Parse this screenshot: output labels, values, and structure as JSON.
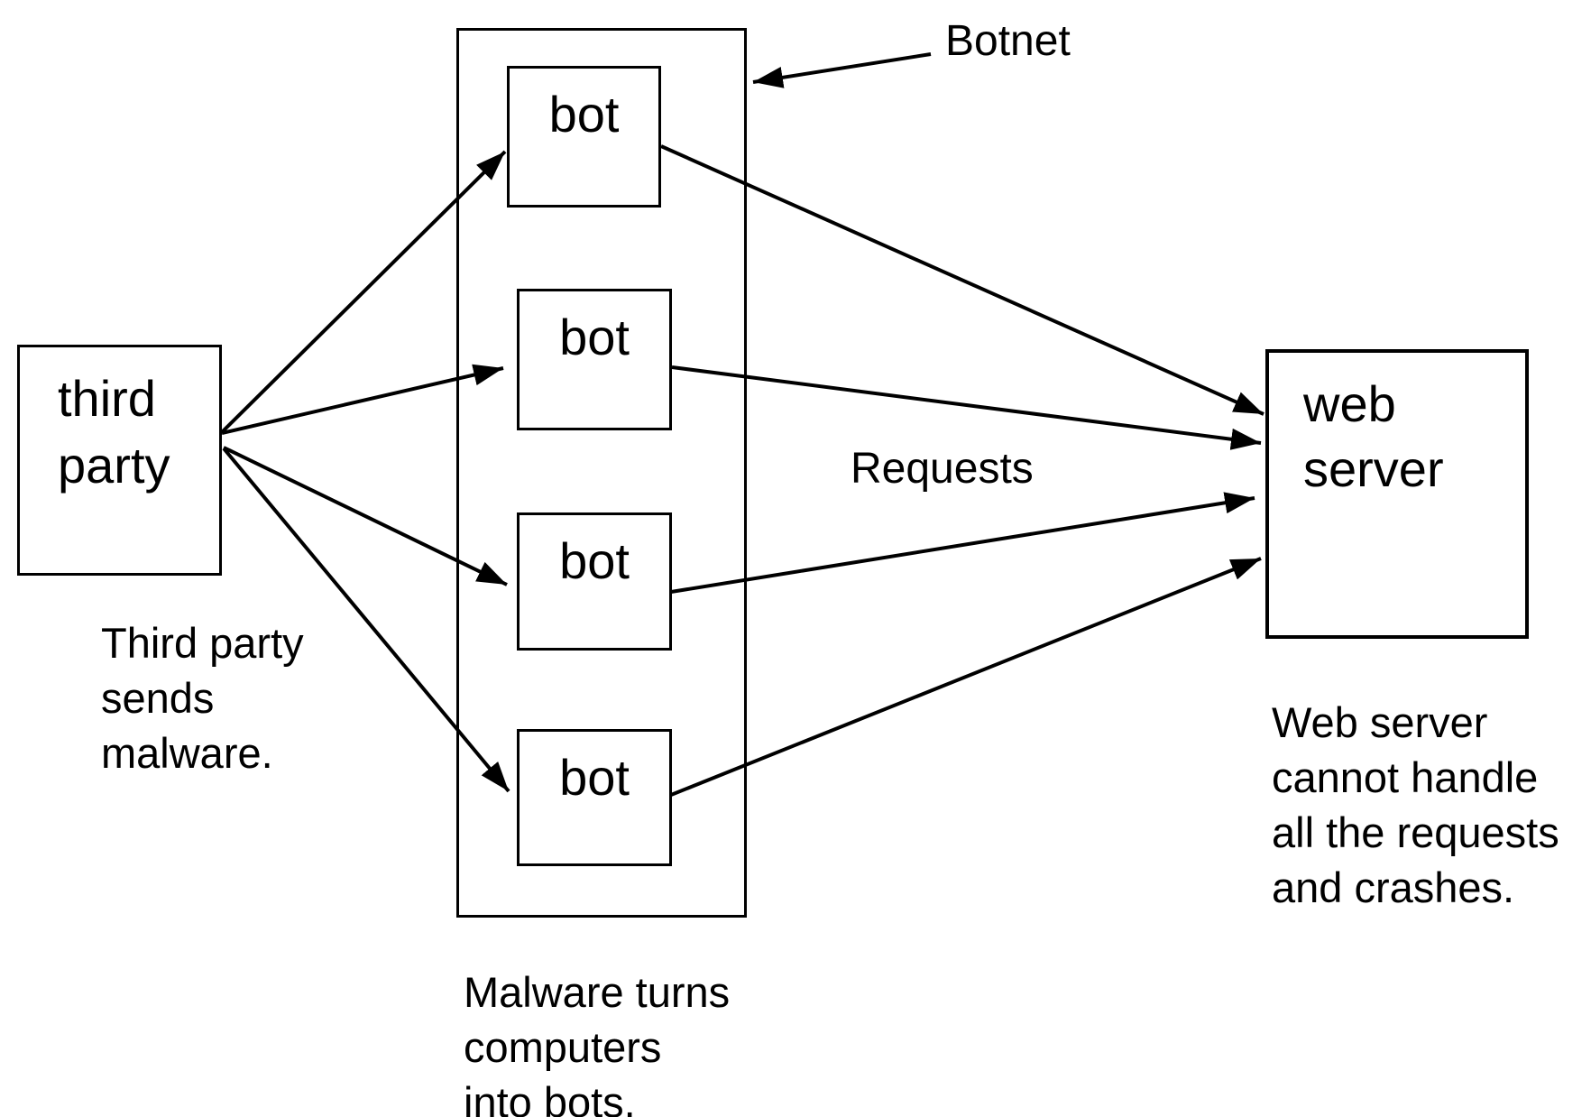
{
  "colors": {
    "ink": "#000000",
    "background": "#ffffff"
  },
  "nodes": {
    "third_party": {
      "label": [
        "third",
        "party"
      ]
    },
    "bots": [
      "bot",
      "bot",
      "bot",
      "bot"
    ],
    "web_server": {
      "label": [
        "web",
        "server"
      ]
    }
  },
  "labels": {
    "botnet": "Botnet",
    "requests": "Requests"
  },
  "captions": {
    "third_party": [
      "Third party",
      "sends",
      "malware."
    ],
    "botnet": [
      "Malware turns",
      "computers",
      "into bots."
    ],
    "web_server": [
      "Web server",
      "cannot handle",
      "all the requests",
      "and crashes."
    ]
  }
}
